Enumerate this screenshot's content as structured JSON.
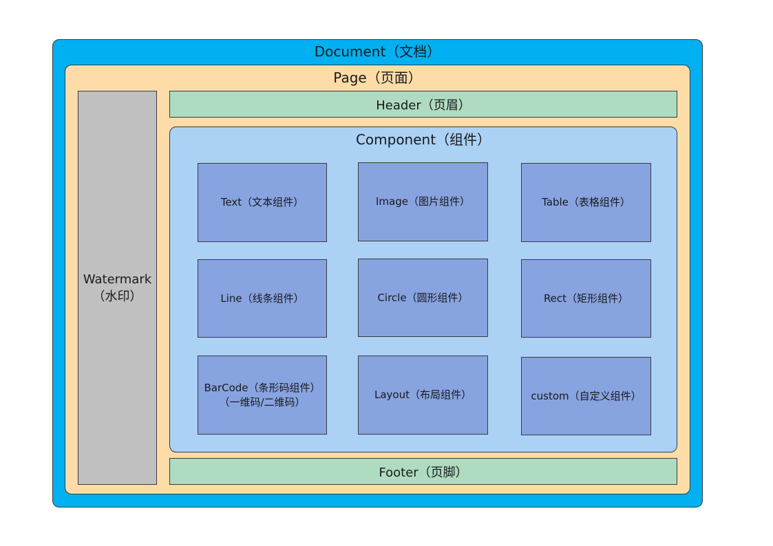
{
  "document": {
    "label": "Document（文档）"
  },
  "page": {
    "label": "Page（页面）"
  },
  "watermark": {
    "line1": "Watermark",
    "line2": "（水印）"
  },
  "header": {
    "label": "Header（页眉）"
  },
  "footer": {
    "label": "Footer（页脚）"
  },
  "component": {
    "label": "Component（组件）",
    "items": [
      {
        "line1": "Text（文本组件）",
        "line2": ""
      },
      {
        "line1": "Image（图片组件）",
        "line2": ""
      },
      {
        "line1": "Table（表格组件）",
        "line2": ""
      },
      {
        "line1": "Line（线条组件）",
        "line2": ""
      },
      {
        "line1": "Circle（圆形组件）",
        "line2": ""
      },
      {
        "line1": "Rect（矩形组件）",
        "line2": ""
      },
      {
        "line1": "BarCode（条形码组件）",
        "line2": "（一维码/二维码）"
      },
      {
        "line1": "Layout（布局组件）",
        "line2": ""
      },
      {
        "line1": "custom（自定义组件）",
        "line2": ""
      }
    ]
  },
  "colors": {
    "document": "#00b0f0",
    "page": "#fddca8",
    "watermark": "#c0c0c0",
    "header_footer": "#afdbc0",
    "component": "#abd1f5",
    "component_item": "#87a3e0"
  }
}
